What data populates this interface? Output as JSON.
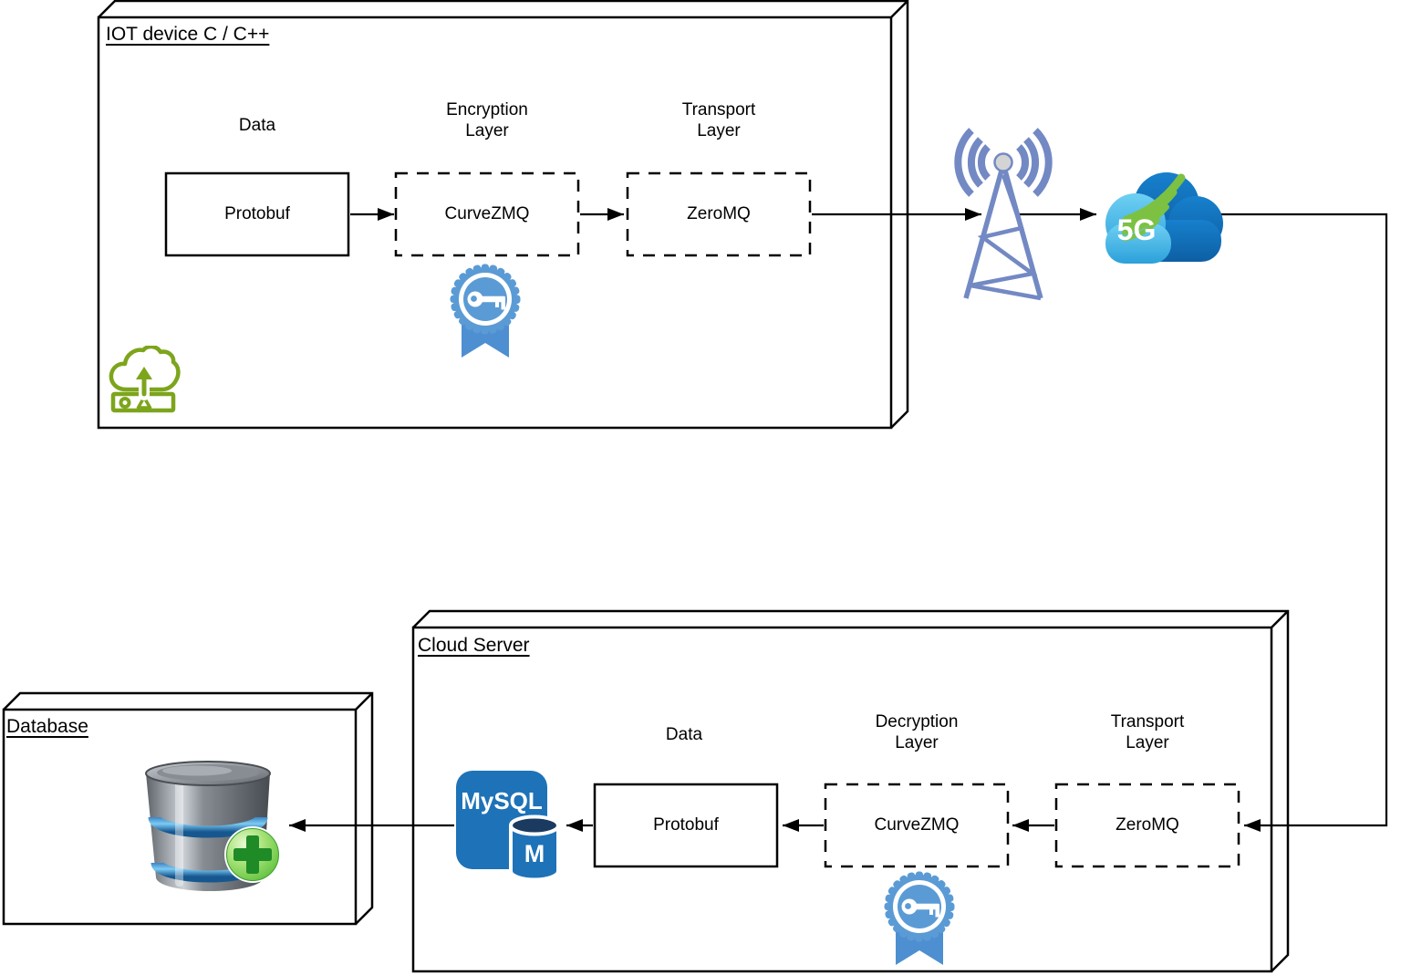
{
  "diagram": {
    "iot": {
      "title": "IOT device C / C++",
      "labels": {
        "data": "Data",
        "encryption": "Encryption Layer",
        "transport": "Transport Layer"
      },
      "nodes": {
        "protobuf": "Protobuf",
        "curvezmq": "CurveZMQ",
        "zeromq": "ZeroMQ"
      }
    },
    "cloud_server": {
      "title": "Cloud Server",
      "labels": {
        "data": "Data",
        "decryption": "Decryption Layer",
        "transport": "Transport Layer"
      },
      "nodes": {
        "protobuf": "Protobuf",
        "curvezmq": "CurveZMQ",
        "zeromq": "ZeroMQ"
      },
      "mysql": {
        "brand": "MySQL",
        "monogram": "M"
      }
    },
    "database": {
      "title": "Database"
    },
    "network": {
      "label_5g": "5G"
    },
    "icons": {
      "iot_upload": "cloud-upload-device-icon",
      "encryption_badge": "key-certificate-icon",
      "decryption_badge": "key-certificate-icon",
      "antenna": "cell-tower-icon",
      "cloud_5g": "5g-cloud-icon",
      "mysql": "mysql-logo-icon",
      "database": "database-add-icon"
    },
    "colors": {
      "stroke": "#000000",
      "badge_blue": "#5B9BD5",
      "ribbon_blue": "#4D8FD1",
      "tower_blue": "#7389C4",
      "upload_green": "#7DA51C",
      "cloud_dark": "#1173BE",
      "cloud_light": "#3FB3E6",
      "swoosh_green": "#7CC142",
      "mysql_blue": "#1E72B8",
      "db_band_blue": "#3C92DB",
      "add_green": "#1F8B26"
    }
  }
}
